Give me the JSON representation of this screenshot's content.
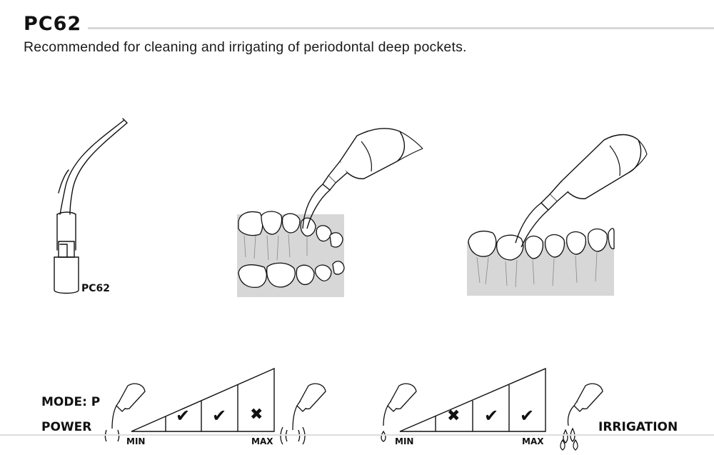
{
  "header": {
    "title": "PC62",
    "subtitle": "Recommended for cleaning and irrigating of periodontal deep pockets."
  },
  "tip_illustration": {
    "label": "PC62"
  },
  "settings": {
    "mode_label": "MODE: P",
    "power": {
      "label": "POWER",
      "min_label": "MIN",
      "max_label": "MAX",
      "levels": [
        "check",
        "check",
        "cross"
      ]
    },
    "irrigation": {
      "label": "IRRIGATION",
      "min_label": "MIN",
      "max_label": "MAX",
      "levels": [
        "cross",
        "check",
        "check"
      ]
    }
  },
  "colors": {
    "gum": "#d7d7d7",
    "rule": "#d8d8d8",
    "ink": "#111111"
  }
}
